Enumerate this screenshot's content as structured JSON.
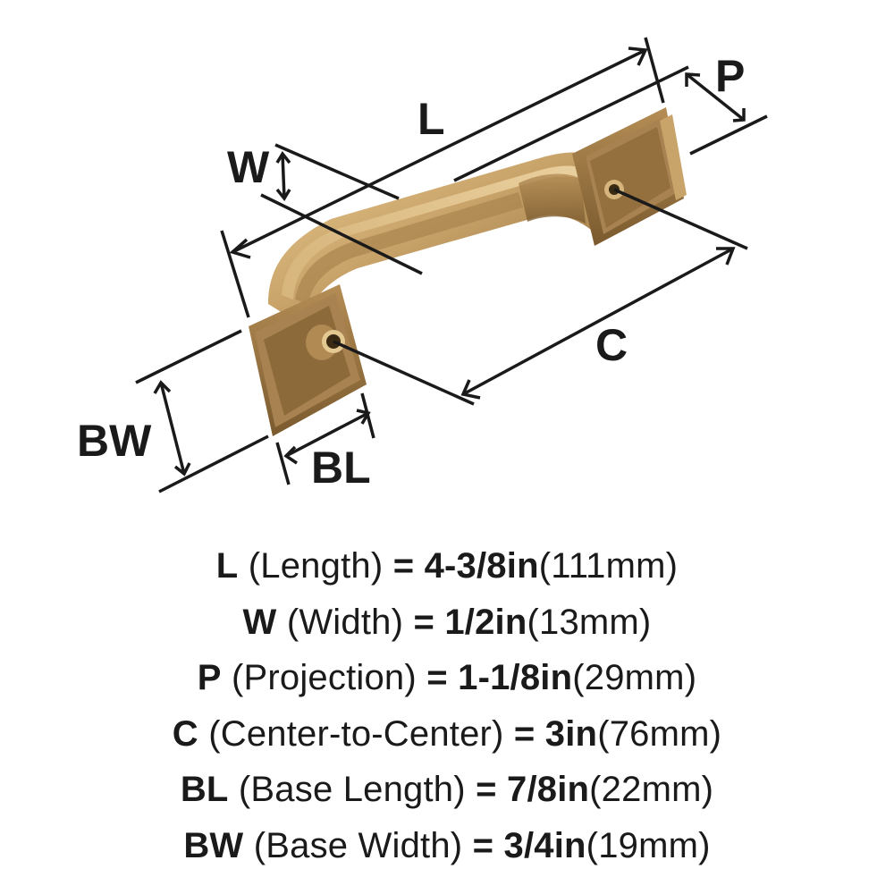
{
  "diagram": {
    "subject": "cabinet-pull-handle",
    "finish_color": "#c9a46a",
    "labels": {
      "L": "L",
      "W": "W",
      "P": "P",
      "C": "C",
      "BW": "BW",
      "BL": "BL"
    }
  },
  "specs": [
    {
      "code": "L",
      "name": "(Length)",
      "eq": "=",
      "imperial": "4-3/8in",
      "metric": "(111mm)"
    },
    {
      "code": "W",
      "name": "(Width)",
      "eq": "=",
      "imperial": "1/2in",
      "metric": "(13mm)"
    },
    {
      "code": "P",
      "name": "(Projection)",
      "eq": "=",
      "imperial": "1-1/8in",
      "metric": "(29mm)"
    },
    {
      "code": "C",
      "name": "(Center-to-Center)",
      "eq": "=",
      "imperial": "3in",
      "metric": "(76mm)"
    },
    {
      "code": "BL",
      "name": "(Base Length)",
      "eq": "=",
      "imperial": "7/8in",
      "metric": "(22mm)"
    },
    {
      "code": "BW",
      "name": "(Base Width)",
      "eq": "=",
      "imperial": "3/4in",
      "metric": "(19mm)"
    }
  ]
}
